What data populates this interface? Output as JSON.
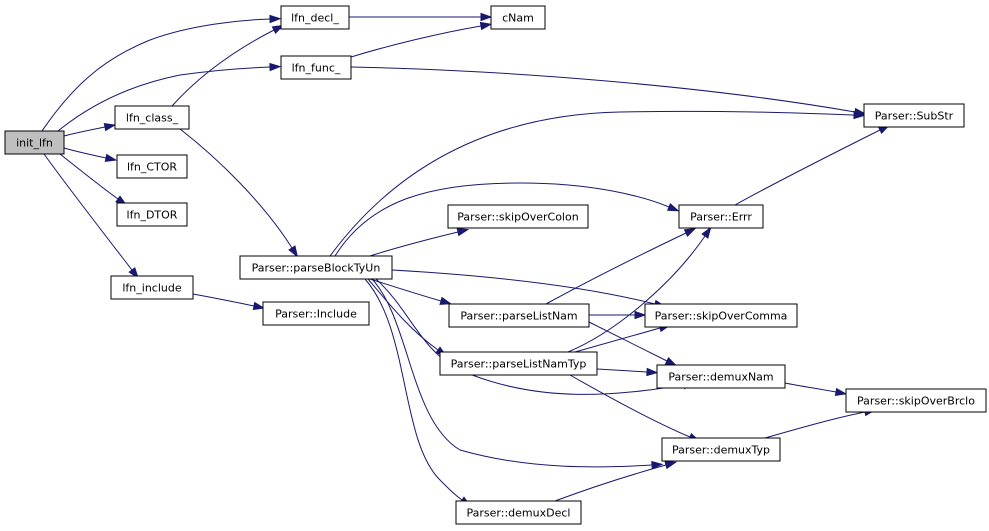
{
  "diagram": {
    "type": "call-graph",
    "edge_color": "#191970",
    "root_fill": "#bfbfbf",
    "nodes": [
      {
        "id": "init_lfn",
        "label": "init_lfn",
        "root": true
      },
      {
        "id": "lfn_decl_",
        "label": "lfn_decl_"
      },
      {
        "id": "cNam",
        "label": "cNam"
      },
      {
        "id": "lfn_func_",
        "label": "lfn_func_"
      },
      {
        "id": "Parser::SubStr",
        "label": "Parser::SubStr"
      },
      {
        "id": "lfn_class_",
        "label": "lfn_class_"
      },
      {
        "id": "lfn_CTOR",
        "label": "lfn_CTOR"
      },
      {
        "id": "lfn_DTOR",
        "label": "lfn_DTOR"
      },
      {
        "id": "Parser::parseBlockTyUn",
        "label": "Parser::parseBlockTyUn"
      },
      {
        "id": "Parser::skipOverColon",
        "label": "Parser::skipOverColon"
      },
      {
        "id": "Parser::Errr",
        "label": "Parser::Errr"
      },
      {
        "id": "lfn_include",
        "label": "lfn_include"
      },
      {
        "id": "Parser::Include",
        "label": "Parser::Include"
      },
      {
        "id": "Parser::parseListNam",
        "label": "Parser::parseListNam"
      },
      {
        "id": "Parser::skipOverComma",
        "label": "Parser::skipOverComma"
      },
      {
        "id": "Parser::parseListNamTyp",
        "label": "Parser::parseListNamTyp"
      },
      {
        "id": "Parser::demuxNam",
        "label": "Parser::demuxNam"
      },
      {
        "id": "Parser::skipOverBrclo",
        "label": "Parser::skipOverBrclo"
      },
      {
        "id": "Parser::demuxTyp",
        "label": "Parser::demuxTyp"
      },
      {
        "id": "Parser::demuxDecl",
        "label": "Parser::demuxDecl"
      }
    ],
    "edges": [
      {
        "from": "init_lfn",
        "to": "lfn_decl_"
      },
      {
        "from": "init_lfn",
        "to": "lfn_func_"
      },
      {
        "from": "init_lfn",
        "to": "lfn_class_"
      },
      {
        "from": "init_lfn",
        "to": "lfn_CTOR"
      },
      {
        "from": "init_lfn",
        "to": "lfn_DTOR"
      },
      {
        "from": "init_lfn",
        "to": "lfn_include"
      },
      {
        "from": "lfn_decl_",
        "to": "cNam"
      },
      {
        "from": "lfn_func_",
        "to": "cNam"
      },
      {
        "from": "lfn_func_",
        "to": "Parser::SubStr"
      },
      {
        "from": "lfn_class_",
        "to": "lfn_decl_"
      },
      {
        "from": "lfn_class_",
        "to": "Parser::parseBlockTyUn"
      },
      {
        "from": "lfn_include",
        "to": "Parser::Include"
      },
      {
        "from": "Parser::parseBlockTyUn",
        "to": "Parser::SubStr"
      },
      {
        "from": "Parser::parseBlockTyUn",
        "to": "Parser::skipOverColon"
      },
      {
        "from": "Parser::parseBlockTyUn",
        "to": "Parser::Errr"
      },
      {
        "from": "Parser::parseBlockTyUn",
        "to": "Parser::parseListNam"
      },
      {
        "from": "Parser::parseBlockTyUn",
        "to": "Parser::skipOverComma"
      },
      {
        "from": "Parser::parseBlockTyUn",
        "to": "Parser::parseListNamTyp"
      },
      {
        "from": "Parser::parseBlockTyUn",
        "to": "Parser::demuxNam"
      },
      {
        "from": "Parser::parseBlockTyUn",
        "to": "Parser::demuxTyp"
      },
      {
        "from": "Parser::parseBlockTyUn",
        "to": "Parser::demuxDecl"
      },
      {
        "from": "Parser::Errr",
        "to": "Parser::SubStr"
      },
      {
        "from": "Parser::parseListNam",
        "to": "Parser::Errr"
      },
      {
        "from": "Parser::parseListNam",
        "to": "Parser::skipOverComma"
      },
      {
        "from": "Parser::parseListNam",
        "to": "Parser::demuxNam"
      },
      {
        "from": "Parser::parseListNamTyp",
        "to": "Parser::Errr"
      },
      {
        "from": "Parser::parseListNamTyp",
        "to": "Parser::skipOverComma"
      },
      {
        "from": "Parser::parseListNamTyp",
        "to": "Parser::demuxNam"
      },
      {
        "from": "Parser::parseListNamTyp",
        "to": "Parser::demuxTyp"
      },
      {
        "from": "Parser::demuxNam",
        "to": "Parser::skipOverBrclo"
      },
      {
        "from": "Parser::demuxTyp",
        "to": "Parser::skipOverBrclo"
      },
      {
        "from": "Parser::demuxDecl",
        "to": "Parser::demuxTyp"
      }
    ]
  }
}
